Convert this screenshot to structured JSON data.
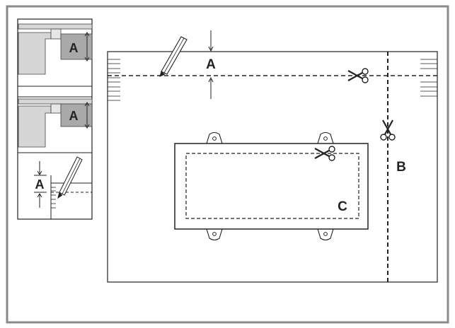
{
  "labels": {
    "dim_a_main": "A",
    "cut_line_b": "B",
    "cutout_c": "C",
    "inset_top_a": "A",
    "inset_middle_a": "A",
    "inset_bottom_a": "A"
  },
  "icons": [
    "pencil-icon",
    "scissors-icon",
    "arrow-icon"
  ],
  "colors": {
    "frame": "#8a8a8a",
    "line": "#222222",
    "panel_gray": "#d6d6d6",
    "dark_gray": "#a9a9a9"
  }
}
